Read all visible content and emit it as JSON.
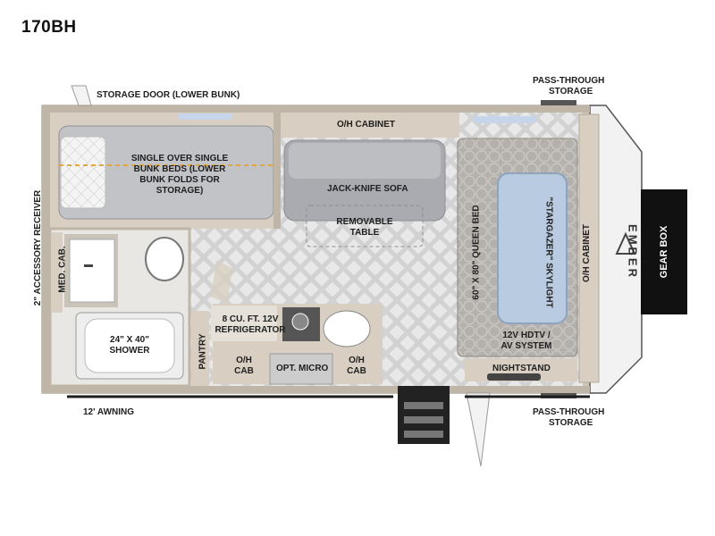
{
  "model": "170BH",
  "brand_logo": "EMBER",
  "labels": {
    "storage_door": "STORAGE DOOR (LOWER BUNK)",
    "pass_through_top_1": "PASS-THROUGH",
    "pass_through_top_2": "STORAGE",
    "oh_cabinet_top": "O/H CABINET",
    "bunk_beds": "SINGLE OVER SINGLE BUNK BEDS (LOWER BUNK FOLDS FOR STORAGE)",
    "jack_knife_sofa": "JACK-KNIFE SOFA",
    "removable_table": "REMOVABLE TABLE",
    "queen_bed": "60\" X 80\" QUEEN BED",
    "skylight": "\"STARGAZER\" SKYLIGHT",
    "oh_cabinet_right": "O/H CABINET",
    "gear_box": "GEAR BOX",
    "accessory_receiver": "2\" ACCESSORY RECEIVER",
    "med_cab": "MED. CAB.",
    "refrigerator": "8 CU. FT. 12V REFRIGERATOR",
    "shower": "24\" X 40\" SHOWER",
    "pantry": "PANTRY",
    "oh_cab_left": "O/H CAB",
    "opt_micro": "OPT. MICRO",
    "oh_cab_right": "O/H CAB",
    "hdtv": "12V HDTV / AV SYSTEM",
    "nightstand": "NIGHTSTAND",
    "awning": "12' AWNING",
    "pass_through_bottom_1": "PASS-THROUGH",
    "pass_through_bottom_2": "STORAGE"
  },
  "colors": {
    "wall": "#cfc6b8",
    "floor": "#e6e6e6",
    "cabinet": "#d8cfc2",
    "sofa": "#a7aaaf",
    "bed_fabric": "#b9bcc1",
    "skylight": "#b8c9dd",
    "gear_box": "#111111"
  }
}
